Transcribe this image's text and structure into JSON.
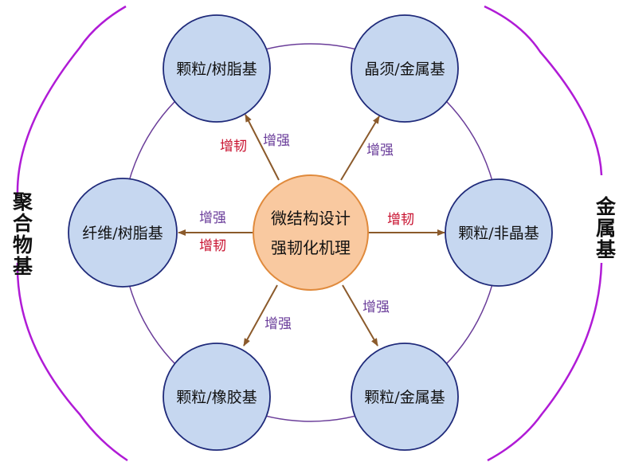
{
  "colors": {
    "node_fill": "#c6d7f0",
    "node_stroke": "#1f2a7a",
    "center_fill": "#f9c9a0",
    "center_stroke": "#e08a3c",
    "ring": "#6a3d99",
    "arrow": "#8b5a2b",
    "bracket": "#b01bd6",
    "label_toughen": "#c8102e",
    "label_strengthen": "#6a3d9a"
  },
  "center": {
    "line1": "微结构设计",
    "line2": "强韧化机理"
  },
  "nodes": [
    {
      "id": "top-left",
      "label": "颗粒/树脂基"
    },
    {
      "id": "top-right",
      "label": "晶须/金属基"
    },
    {
      "id": "mid-left",
      "label": "纤维/树脂基"
    },
    {
      "id": "mid-right",
      "label": "颗粒/非晶基"
    },
    {
      "id": "bottom-left",
      "label": "颗粒/橡胶基"
    },
    {
      "id": "bottom-right",
      "label": "颗粒/金属基"
    }
  ],
  "edge_labels": {
    "top_left_toughen": "增韧",
    "top_left_strengthen": "增强",
    "top_right_strengthen": "增强",
    "mid_left_strengthen": "增强",
    "mid_left_toughen": "增韧",
    "mid_right_toughen": "增韧",
    "bottom_left_strengthen": "增强",
    "bottom_right_strengthen": "增强"
  },
  "side_labels": {
    "left": [
      "聚",
      "合",
      "物",
      "基"
    ],
    "right": [
      "金",
      "属",
      "基"
    ]
  }
}
